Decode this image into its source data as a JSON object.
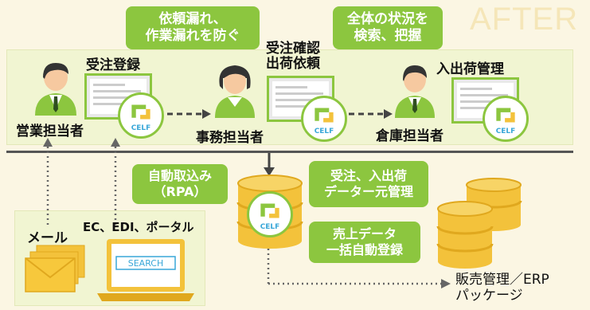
{
  "watermark": "AFTER",
  "actors": {
    "sales": "営業担当者",
    "office": "事務担当者",
    "warehouse": "倉庫担当者"
  },
  "screens": {
    "order_entry": "受注登録",
    "order_confirm": "受注確認\n出荷依頼",
    "inout_manage": "入出荷管理"
  },
  "bubbles": {
    "prevent": "依頼漏れ、\n作業漏れを防ぐ",
    "overview": "全体の状況を\n検索、把握",
    "rpa": "自動取込み\n（RPA）",
    "central": "受注、入出荷\nデーター元管理",
    "sales_data": "売上データ\n一括自動登録"
  },
  "channels": {
    "mail": "メール",
    "ec": "EC、EDI、ポータル",
    "search_text": "SEARCH"
  },
  "logo_text": "CELF",
  "erp": "販売管理／ERP\nパッケージ",
  "colors": {
    "green": "#8cc63f",
    "gold": "#f3c23b",
    "panel": "#f1f5d2"
  }
}
